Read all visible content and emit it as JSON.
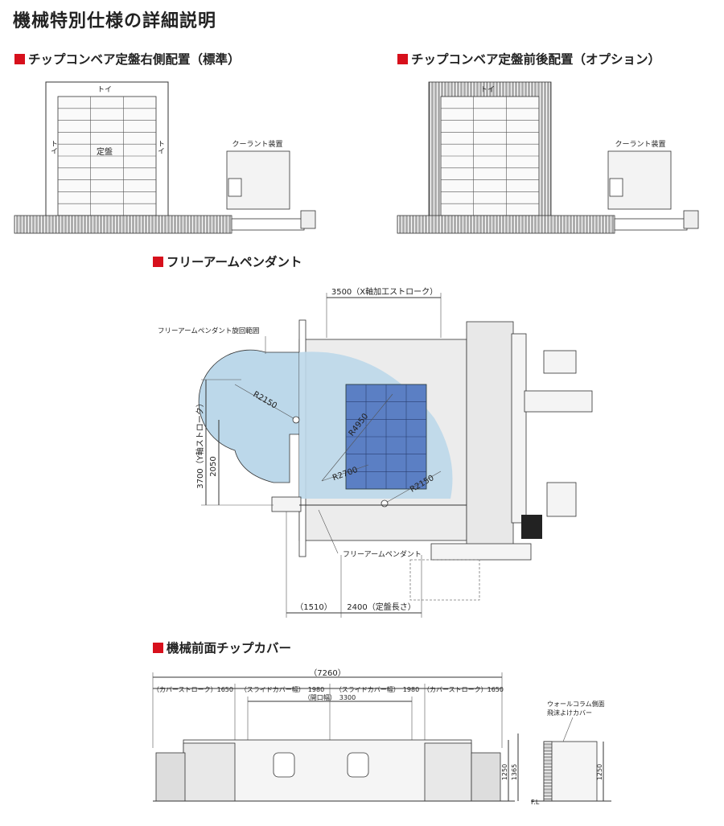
{
  "page_title": "機械特別仕様の詳細説明",
  "sections": {
    "conveyor_right": "チップコンベア定盤右側配置（標準）",
    "conveyor_front_back": "チップコンベア定盤前後配置（オプション）",
    "pendant": "フリーアームペンダント",
    "front_cover": "機械前面チップカバー"
  },
  "conveyor_labels": {
    "toi": "トイ",
    "toi_vertical_left": "トイ",
    "toi_vertical_right": "トイ",
    "table": "定盤",
    "coolant": "クーラント装置"
  },
  "pendant_labels": {
    "x_stroke": "3500（X軸加工ストローク）",
    "swing_range": "フリーアームペンダント旋回範囲",
    "y_stroke": "3700（Y軸ストローク）",
    "dim_2050": "2050",
    "r2150_left": "R2150",
    "r4950": "R4950",
    "r2700": "R2700",
    "r2150_right": "R2150",
    "pendant": "フリーアームペンダント",
    "dim_1510": "（1510）",
    "dim_2400": "2400（定盤長さ）"
  },
  "cover_labels": {
    "total": "（7260）",
    "cover_stroke_left": "（カバーストローク）1650",
    "slide_cover_left": "（スライドカバー幅）　1980",
    "slide_cover_right": "（スライドカバー幅）　1980",
    "cover_stroke_right": "（カバーストローク）1650",
    "opening": "（開口幅）　3300",
    "side_cover_line1": "ウォールコラム側面",
    "side_cover_line2": "飛沫よけカバー",
    "h1250_front": "1250",
    "h1365": "1365",
    "h1250_side": "1250",
    "fl": "F.L"
  },
  "colors": {
    "accent_red": "#d7101c",
    "swing_area": "#bcd8ea",
    "table_blue": "#5b7fc4"
  }
}
